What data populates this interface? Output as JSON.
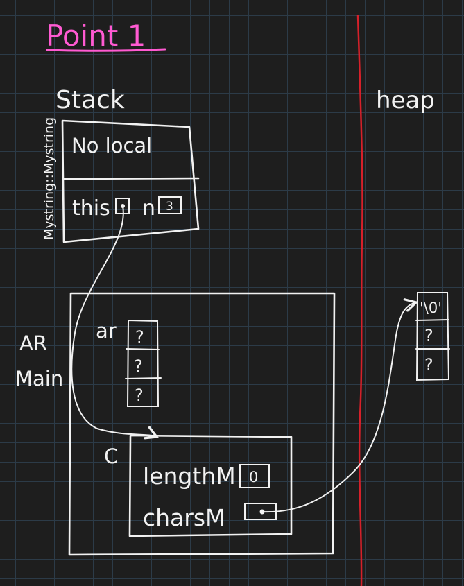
{
  "title": "Point 1",
  "colors": {
    "background": "#1e1e1e",
    "grid": "#2c3b48",
    "ink": "#f2f2f2",
    "title": "#ff5ad2",
    "divider": "#d6202a"
  },
  "stack": {
    "label": "Stack",
    "frame_label": "Mystring::Mystring",
    "local_text": "No local",
    "this_label": "this",
    "n_label": "n",
    "n_value": "3"
  },
  "heap": {
    "label": "heap",
    "cells": [
      "'\\0'",
      "?",
      "?"
    ]
  },
  "main": {
    "label_line1": "AR",
    "label_line2": "Main",
    "ar_label": "ar",
    "ar_cells": [
      "?",
      "?",
      "?"
    ],
    "object_label": "C",
    "length_label": "lengthM",
    "length_value": "0",
    "chars_label": "charsM"
  }
}
